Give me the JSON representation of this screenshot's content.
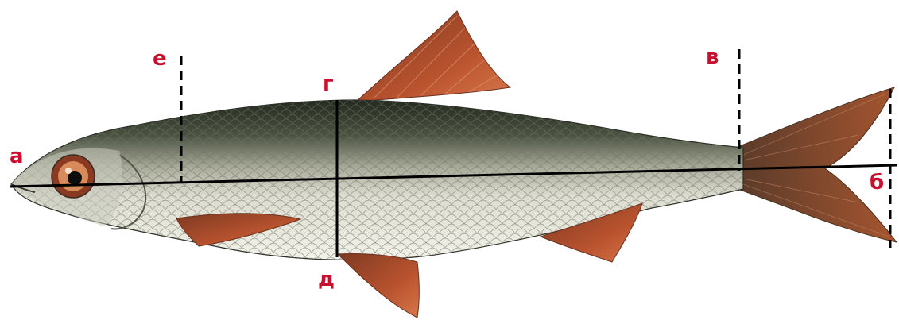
{
  "labels": {
    "a": "а",
    "b": "б",
    "v": "в",
    "g": "г",
    "d": "д",
    "e": "е"
  },
  "colors": {
    "label": "#c8102e",
    "fin": "#b8522e",
    "back": "#2f3528",
    "belly": "#e9e9df",
    "line": "#000000"
  }
}
